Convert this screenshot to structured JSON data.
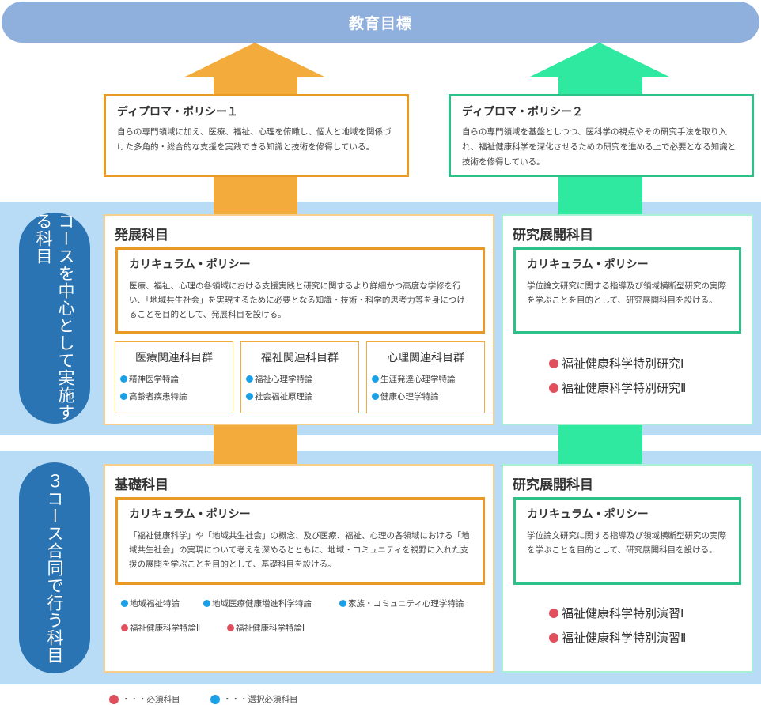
{
  "colors": {
    "banner": "#8fb0dd",
    "band": "#b8dcf5",
    "vlabel": "#2a74b4",
    "orange": "#f3ac3b",
    "orange_border": "#e89a25",
    "orange_panel_border": "#f6cf8a",
    "green": "#2ee99f",
    "green_border": "#2dc189",
    "green_panel_border": "#a8f0d3",
    "red_dot": "#e0505c",
    "blue_dot": "#1aa0e6"
  },
  "banner": {
    "title": "教育目標"
  },
  "vertical_labels": {
    "upper": "コースを中心として実施する科目",
    "lower": "３コース合同で行う科目"
  },
  "diploma_policies": [
    {
      "title": "ディプロマ・ポリシー１",
      "text": "自らの専門領域に加え、医療、福祉、心理を俯瞰し、個人と地域を関係づけた多角的・総合的な支援を実践できる知識と技術を修得している。"
    },
    {
      "title": "ディプロマ・ポリシー２",
      "text": "自らの専門領域を基盤としつつ、医科学の視点やその研究手法を取り入れ、福祉健康科学を深化させるための研究を進める上で必要となる知識と技術を修得している。"
    }
  ],
  "hatten": {
    "title": "発展科目",
    "cp_title": "カリキュラム・ポリシー",
    "cp_text": "医療、福祉、心理の各領域における支援実践と研究に関するより詳細かつ高度な学修を行い、「地域共生社会」を実現するために必要となる知識・技術・科学的思考力等を身につけることを目的として、発展科目を設ける。",
    "groups": [
      {
        "title": "医療関連科目群",
        "items": [
          "精神医学特論",
          "高齢者疾患特論"
        ]
      },
      {
        "title": "福祉関連科目群",
        "items": [
          "福祉心理学特論",
          "社会福祉原理論"
        ]
      },
      {
        "title": "心理関連科目群",
        "items": [
          "生涯発達心理学特論",
          "健康心理学特論"
        ]
      }
    ]
  },
  "kenkyu_upper": {
    "title": "研究展開科目",
    "cp_title": "カリキュラム・ポリシー",
    "cp_text": "学位論文研究に関する指導及び領域横断型研究の実際を学ぶことを目的として、研究展開科目を設ける。",
    "required": [
      "福祉健康科学特別研究Ⅰ",
      "福祉健康科学特別研究Ⅱ"
    ]
  },
  "kiso": {
    "title": "基礎科目",
    "cp_title": "カリキュラム・ポリシー",
    "cp_text": "「福祉健康科学」や「地域共生社会」の概念、及び医療、福祉、心理の各領域における「地域共生社会」の実現について考えを深めるとともに、地域・コミュニティを視野に入れた支援の展開を学ぶことを目的として、基礎科目を設ける。",
    "elective_items": [
      "地域福祉特論",
      "地域医療健康増進科学特論",
      "家族・コミュニティ心理学特論"
    ],
    "required_items": [
      "福祉健康科学特論Ⅱ",
      "福祉健康科学特論Ⅰ"
    ]
  },
  "kenkyu_lower": {
    "title": "研究展開科目",
    "cp_title": "カリキュラム・ポリシー",
    "cp_text": "学位論文研究に関する指導及び領域横断型研究の実際を学ぶことを目的として、研究展開科目を設ける。",
    "required": [
      "福祉健康科学特別演習Ⅰ",
      "福祉健康科学特別演習Ⅱ"
    ]
  },
  "legend": {
    "required": "・・・必須科目",
    "elective": "・・・選択必須科目"
  }
}
